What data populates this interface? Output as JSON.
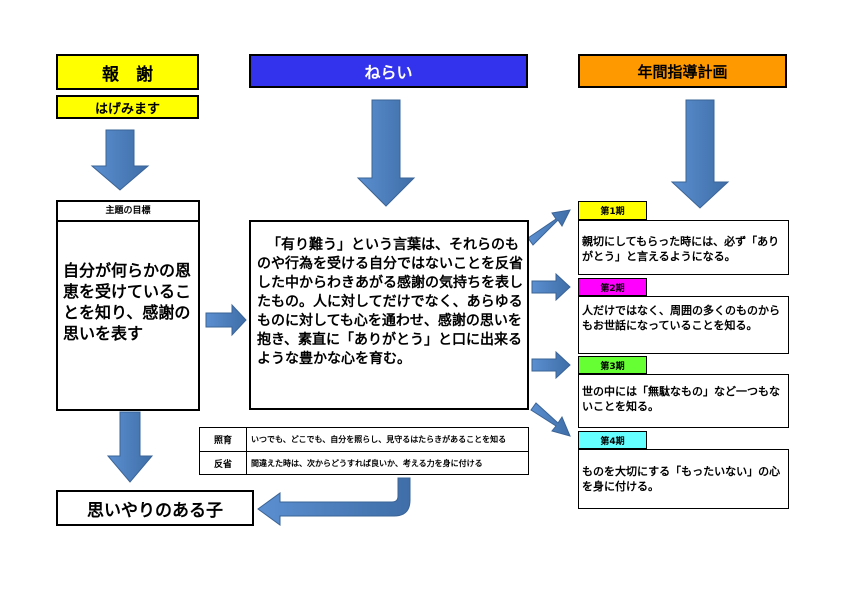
{
  "headers": {
    "left": "報　謝",
    "left_sub": "はげみます",
    "center": "ねらい",
    "right": "年間指導計画"
  },
  "goal": {
    "title": "主題の目標",
    "text": "自分が何らかの恩恵を受けていることを知り、感謝の思いを表す"
  },
  "aim": {
    "text": "「有り難う」という言葉は、それらのものや行為を受ける自分ではないことを反省した中からわきあがる感謝の気持ちを表したもの。人に対してだけでなく、あらゆるものに対しても心を通わせ、感謝の思いを抱き、素直に「ありがとう」と口に出来るような豊かな心を育む。"
  },
  "notes": [
    {
      "label": "照育",
      "text": "いつでも、どこでも、自分を照らし、見守るはたらきがあることを知る"
    },
    {
      "label": "反省",
      "text": "間違えた時は、次からどうすれば良いか、考える力を身に付ける"
    }
  ],
  "result": "思いやりのある子",
  "plan": [
    {
      "period": "第1期",
      "text": "親切にしてもらった時には、必ず「ありがとう」と言えるようになる。"
    },
    {
      "period": "第2期",
      "text": "人だけではなく、周囲の多くのものからもお世話になっていることを知る。"
    },
    {
      "period": "第3期",
      "text": "世の中には「無駄なもの」など一つもないことを知る。"
    },
    {
      "period": "第4期",
      "text": "ものを大切にする「もったいない」の心を身に付ける。"
    }
  ],
  "colors": {
    "header_left": "#ffff00",
    "header_center": "#3333ee",
    "header_right": "#ff9900",
    "arrow": "#4f81bd",
    "period_1": "#ffff00",
    "period_2": "#ff00ff",
    "period_3": "#66ff33",
    "period_4": "#66ffff"
  }
}
